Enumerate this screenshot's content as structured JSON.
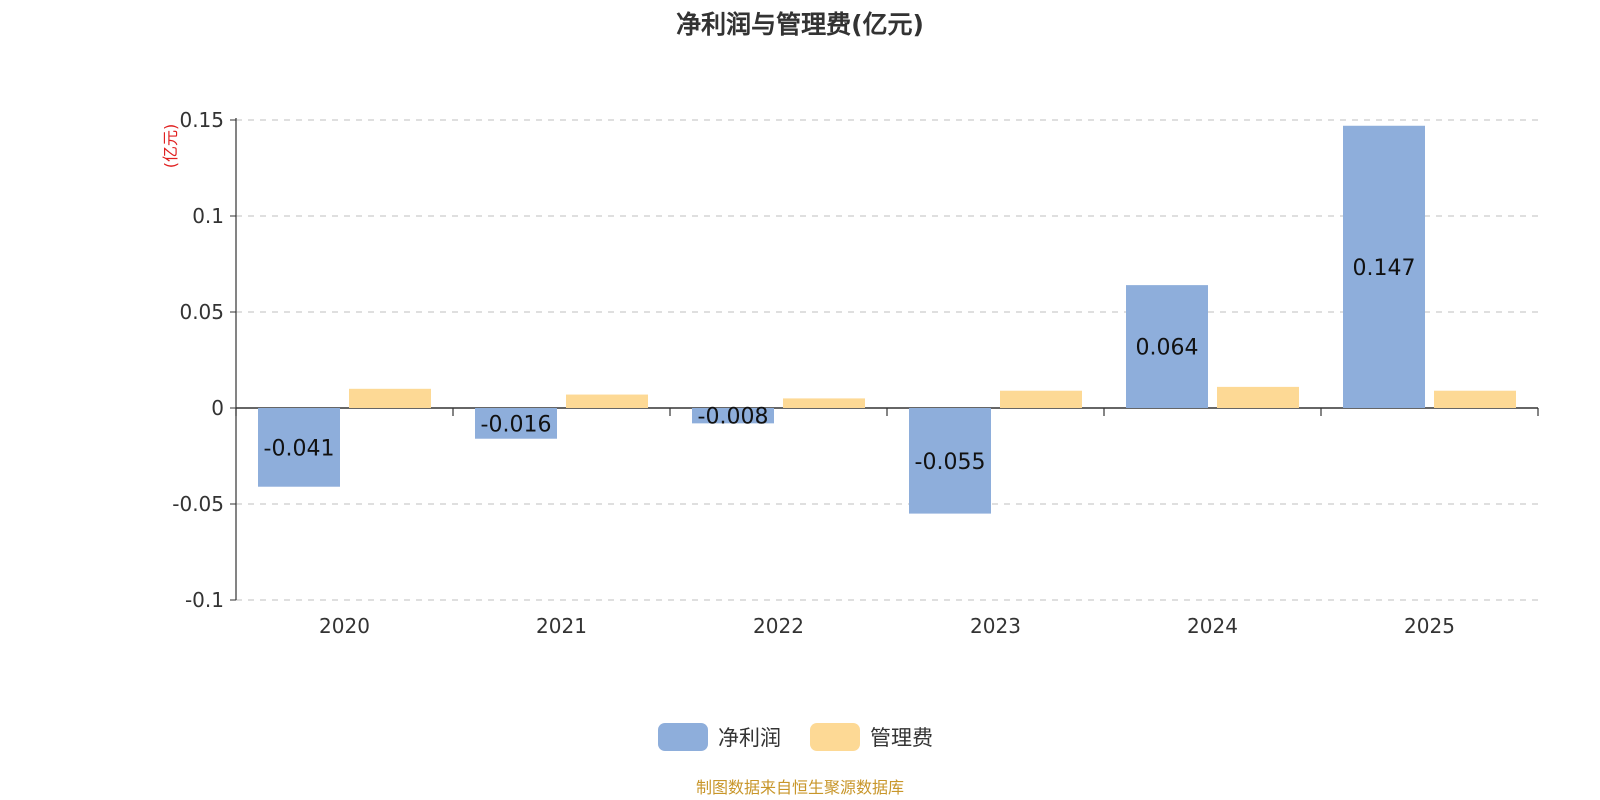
{
  "chart_data": {
    "type": "bar",
    "title": "净利润与管理费(亿元)",
    "ylabel": "(亿元)",
    "categories": [
      "2020",
      "2021",
      "2022",
      "2023",
      "2024",
      "2025"
    ],
    "series": [
      {
        "name": "净利润",
        "values": [
          -0.041,
          -0.016,
          -0.008,
          -0.055,
          0.064,
          0.147
        ],
        "labels": [
          "-0.041",
          "-0.016",
          "-0.008",
          "-0.055",
          "0.064",
          "0.147"
        ],
        "color": "#8eaedb"
      },
      {
        "name": "管理费",
        "values": [
          0.01,
          0.007,
          0.005,
          0.009,
          0.011,
          0.009
        ],
        "color": "#fdd995"
      }
    ],
    "ylim": [
      -0.1,
      0.15
    ],
    "yticks": [
      {
        "value": 0.15,
        "label": "0.15"
      },
      {
        "value": 0.1,
        "label": "0.1"
      },
      {
        "value": 0.05,
        "label": "0.05"
      },
      {
        "value": 0,
        "label": "0"
      },
      {
        "value": -0.05,
        "label": "-0.05"
      },
      {
        "value": -0.1,
        "label": "-0.1"
      }
    ],
    "grid": true,
    "legend_position": "bottom-center",
    "source_text": "制图数据来自恒生聚源数据库",
    "ylabel_color": "#e02020",
    "source_color": "#c8962a"
  }
}
